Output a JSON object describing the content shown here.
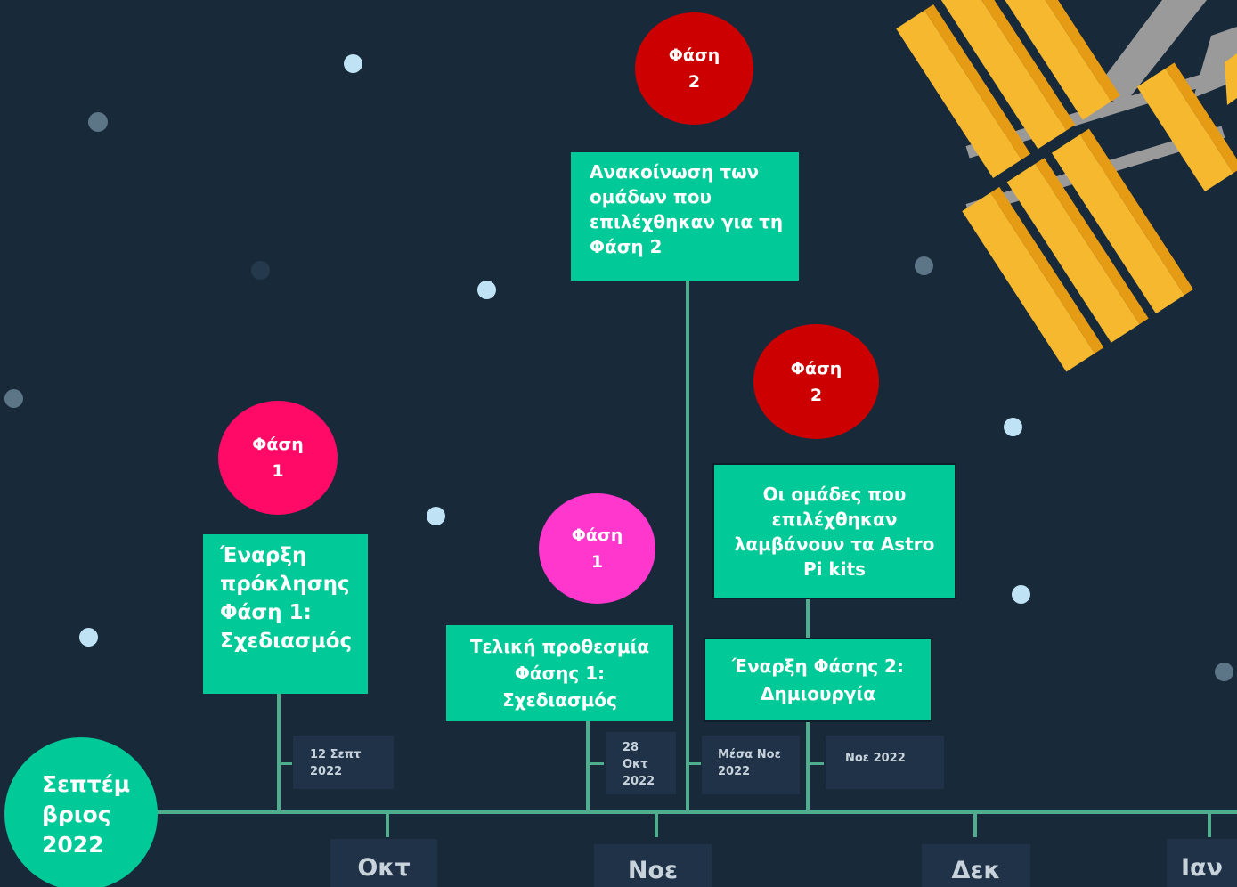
{
  "start": {
    "l1": "Σεπτέμ",
    "l2": "βριος",
    "l3": "2022"
  },
  "months": [
    "Οκτ",
    "Νοε",
    "Δεκ",
    "Ιαν"
  ],
  "badges": {
    "p1a": {
      "word": "Φάση",
      "num": "1"
    },
    "p1b": {
      "word": "Φάση",
      "num": "1"
    },
    "p2a": {
      "word": "Φάση",
      "num": "2"
    },
    "p2b": {
      "word": "Φάση",
      "num": "2"
    }
  },
  "events": {
    "e1": {
      "l1": "Έναρξη",
      "l2": "πρόκλησης",
      "l3": "Φάση 1:",
      "l4": "Σχεδιασμός"
    },
    "e2": {
      "l1": "Τελική προθεσμία",
      "l2": "Φάσης 1:",
      "l3": "Σχεδιασμός"
    },
    "e3": {
      "l1": "Ανακοίνωση των",
      "l2": "ομάδων που",
      "l3": "επιλέχθηκαν για τη",
      "l4": "Φάση 2"
    },
    "e4": {
      "l1": "Έναρξη Φάσης 2:",
      "l2": "Δημιουργία"
    },
    "e5": {
      "l1": "Οι ομάδες που",
      "l2": "επιλέχθηκαν",
      "l3": "λαμβάνουν τα Astro",
      "l4": "Pi kits"
    }
  },
  "dates": {
    "d1": {
      "l1": "12 Σεπτ",
      "l2": "2022"
    },
    "d2": {
      "l1": "28",
      "l2": "Οκτ",
      "l3": "2022"
    },
    "d3": {
      "l1": "Μέσα Νοε",
      "l2": "2022"
    },
    "d4": {
      "l1": "Νοε 2022"
    }
  },
  "colors": {
    "background": "#18293a",
    "box": "#01c997",
    "line": "#4fae8e",
    "phase1_a": "#ff0a66",
    "phase1_b": "#ff37cd",
    "phase2": "#cc0000",
    "panel": "#f5b82e"
  }
}
